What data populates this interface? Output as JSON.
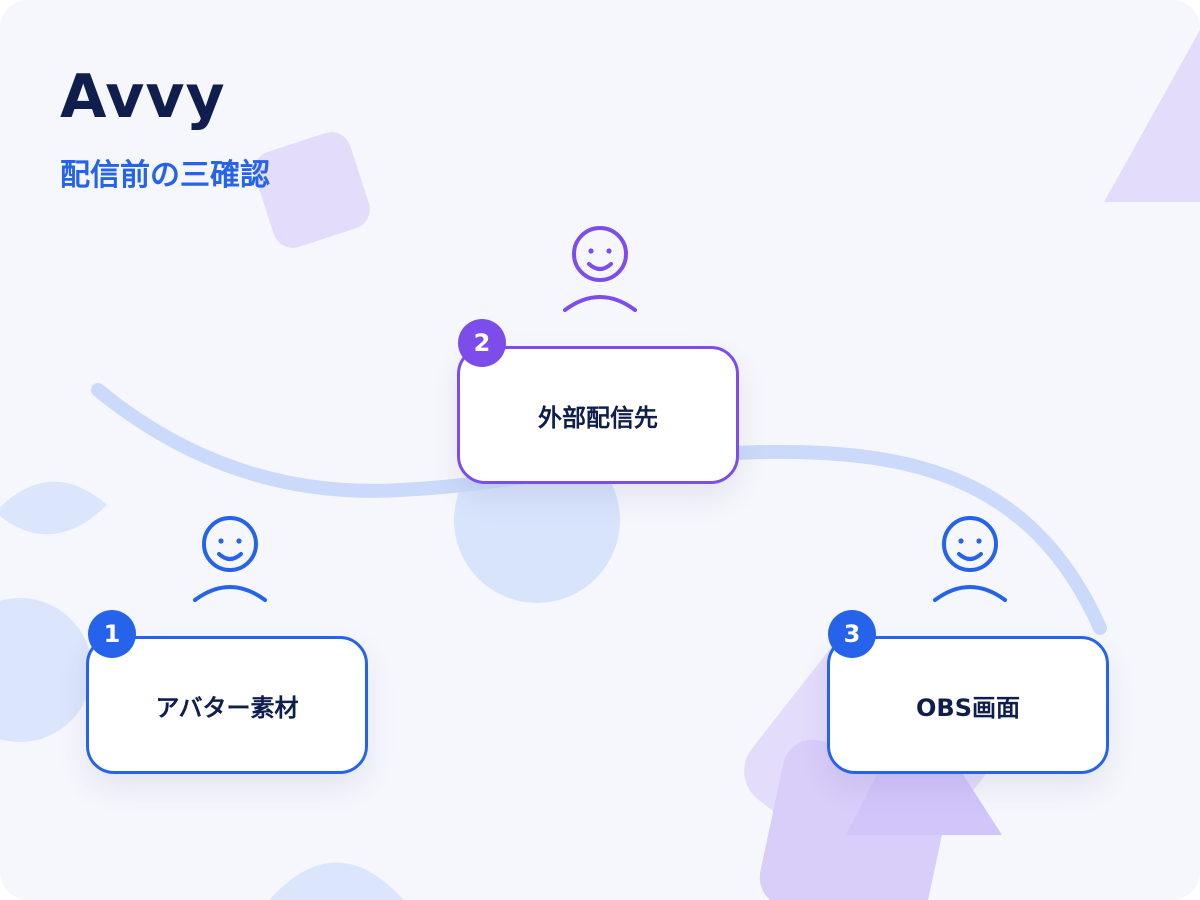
{
  "brand": {
    "name": "Avvy"
  },
  "subtitle": "配信前の三確認",
  "colors": {
    "background": "#f6f7fc",
    "navy": "#0f1e4d",
    "blue": "#2563eb",
    "purple": "#7c4dea",
    "light_blue": "#cfdcfa",
    "lavender": "#e3dcfb"
  },
  "diagram": {
    "nodes": [
      {
        "number": "1",
        "label": "アバター素材",
        "accent": "blue",
        "icon": "person-icon"
      },
      {
        "number": "2",
        "label": "外部配信先",
        "accent": "purple",
        "icon": "person-icon"
      },
      {
        "number": "3",
        "label": "OBS画面",
        "accent": "blue",
        "icon": "person-icon"
      }
    ]
  }
}
